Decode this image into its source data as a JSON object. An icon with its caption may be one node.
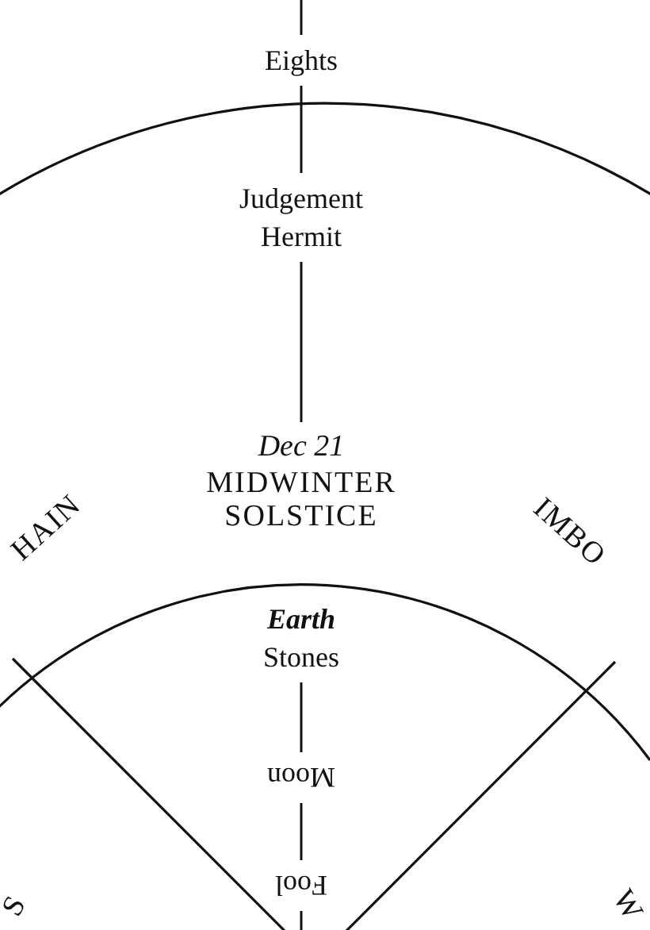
{
  "diagram": {
    "nodes": [
      {
        "text": [
          "Eights"
        ]
      },
      {
        "text": [
          "Judgement",
          "Hermit"
        ]
      },
      {
        "text": [
          "Dec 21",
          "MIDWINTER SOLSTICE"
        ]
      },
      {
        "text": [
          "Earth",
          "Stones"
        ]
      },
      {
        "text": [
          "Moon"
        ]
      },
      {
        "text": [
          "Fool"
        ]
      }
    ],
    "edges": [
      {
        "from": null,
        "to": 0,
        "arrow": "none"
      },
      {
        "from": 0,
        "to": 1,
        "arrow": "none"
      },
      {
        "from": 1,
        "to": 2,
        "arrow": "none"
      },
      {
        "from": 3,
        "to": 4,
        "arrow": "none"
      },
      {
        "from": 4,
        "to": 5,
        "arrow": "none"
      },
      {
        "from": 5,
        "to": null,
        "arrow": "none"
      }
    ],
    "labels": [
      "HAIN",
      "IMBO",
      "S",
      "W"
    ]
  }
}
